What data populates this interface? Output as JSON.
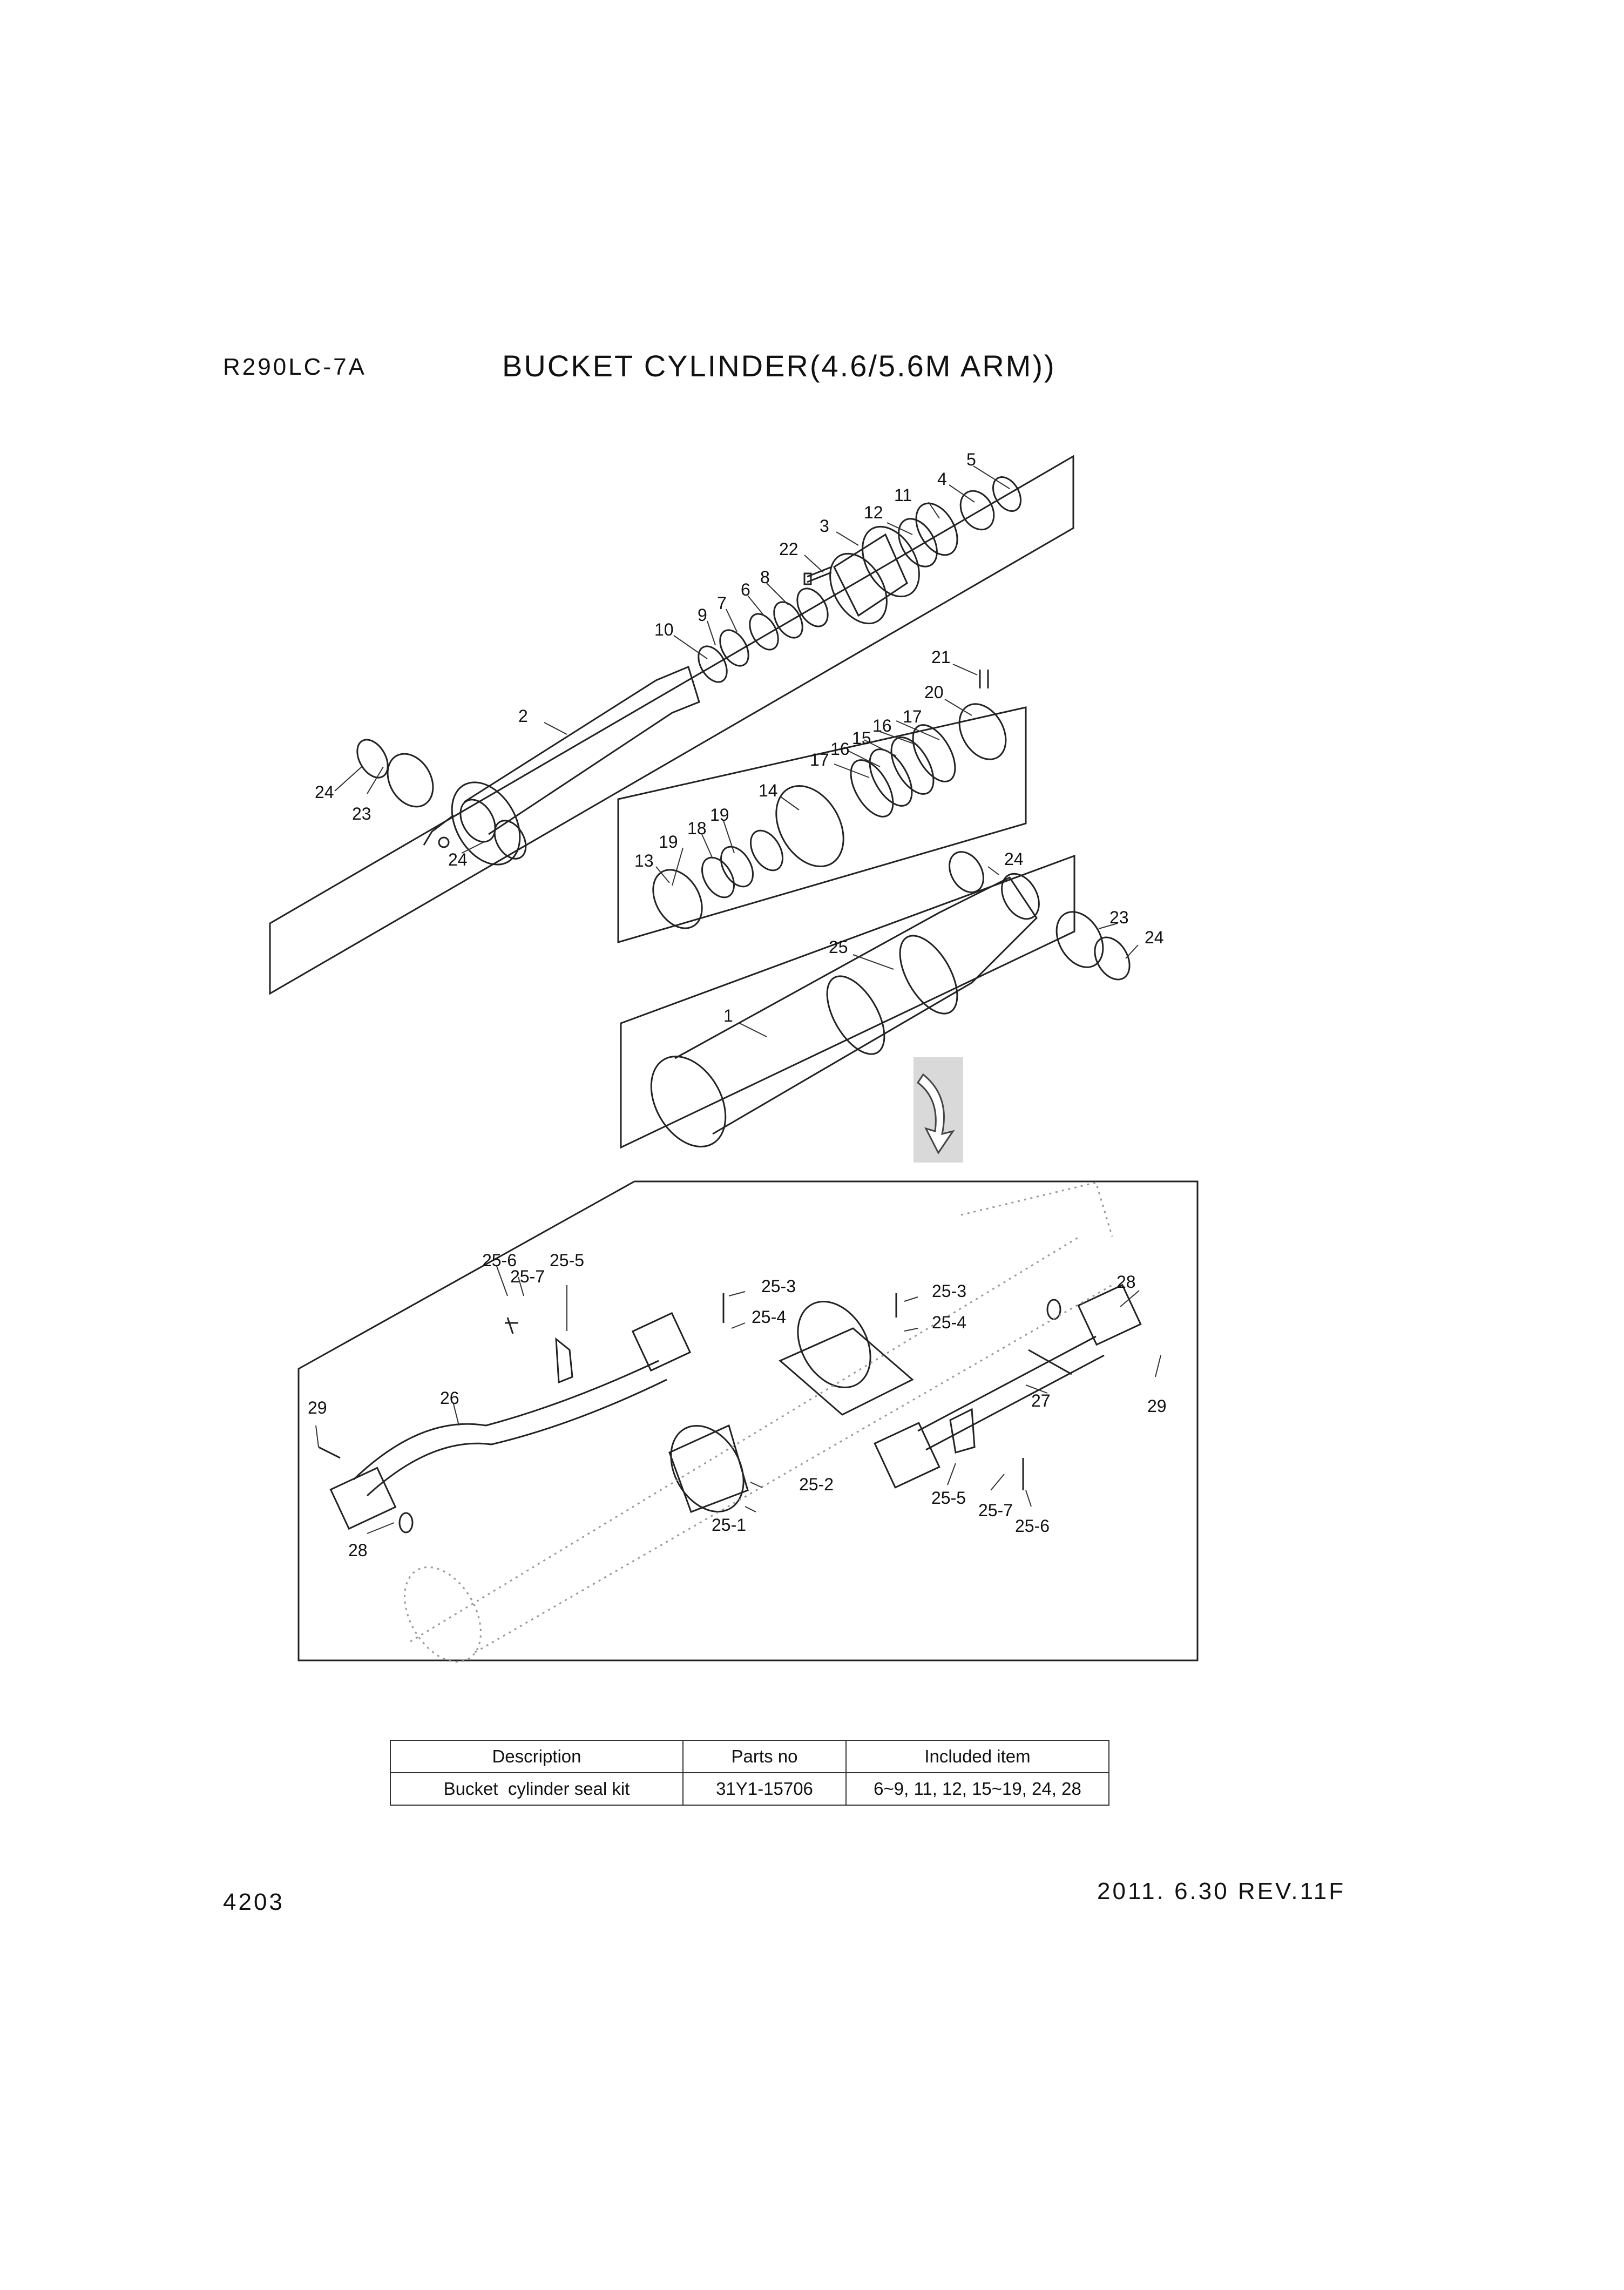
{
  "header": {
    "model": "R290LC-7A",
    "title": "BUCKET CYLINDER(4.6/5.6M ARM))"
  },
  "callouts": {
    "c1": "1",
    "c2": "2",
    "c3": "3",
    "c4": "4",
    "c5": "5",
    "c6": "6",
    "c7": "7",
    "c8": "8",
    "c9": "9",
    "c10": "10",
    "c11": "11",
    "c12": "12",
    "c13": "13",
    "c14": "14",
    "c15": "15",
    "c16a": "16",
    "c16b": "16",
    "c17a": "17",
    "c17b": "17",
    "c18": "18",
    "c19a": "19",
    "c19b": "19",
    "c20": "20",
    "c21": "21",
    "c22": "22",
    "c23a": "23",
    "c23b": "23",
    "c24a": "24",
    "c24b": "24",
    "c24c": "24",
    "c24d": "24",
    "c25": "25",
    "c25_1": "25-1",
    "c25_2": "25-2",
    "c25_3a": "25-3",
    "c25_3b": "25-3",
    "c25_4a": "25-4",
    "c25_4b": "25-4",
    "c25_5a": "25-5",
    "c25_5b": "25-5",
    "c25_6a": "25-6",
    "c25_6b": "25-6",
    "c25_7a": "25-7",
    "c25_7b": "25-7",
    "c26": "26",
    "c27": "27",
    "c28a": "28",
    "c28b": "28",
    "c29a": "29",
    "c29b": "29"
  },
  "kit_table": {
    "headers": {
      "description": "Description",
      "parts_no": "Parts no",
      "included": "Included item"
    },
    "rows": [
      {
        "description": "Bucket  cylinder seal kit",
        "parts_no": "31Y1-15706",
        "included": "6~9, 11, 12, 15~19, 24, 28"
      }
    ]
  },
  "footer": {
    "page": "4203",
    "revision": "2011. 6.30 REV.11F"
  }
}
